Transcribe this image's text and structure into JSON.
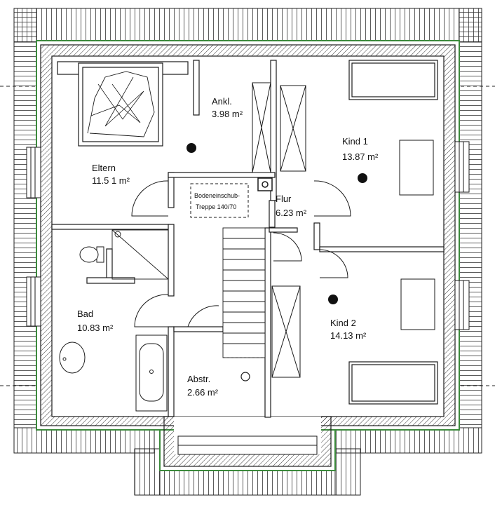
{
  "colors": {
    "wall_fill": "#ffffff",
    "wall_line": "#1a1a1a",
    "insulation_green": "#3c8a3c",
    "roof_hatch": "#333333",
    "marker": "#111111"
  },
  "rooms": {
    "eltern": {
      "name": "Eltern",
      "area": "11.5 1 m²"
    },
    "ankl": {
      "name": "Ankl.",
      "area": "3.98 m²"
    },
    "kind1": {
      "name": "Kind 1",
      "area": "13.87 m²"
    },
    "flur": {
      "name": "Flur",
      "area": "6.23 m²"
    },
    "bad": {
      "name": "Bad",
      "area": "10.83 m²"
    },
    "kind2": {
      "name": "Kind 2",
      "area": "14.13 m²"
    },
    "abstr": {
      "name": "Abstr.",
      "area": "2.66 m²"
    }
  },
  "stair_note": {
    "line1": "Bodeneinschub-",
    "line2": "Treppe 140/70"
  },
  "icons": [
    "bed-icon",
    "toilet-icon",
    "sink-icon",
    "bathtub-icon",
    "shower-icon",
    "ceiling-light-icon",
    "door-swing-icon",
    "window-icon",
    "staircase-icon",
    "desk-icon"
  ]
}
